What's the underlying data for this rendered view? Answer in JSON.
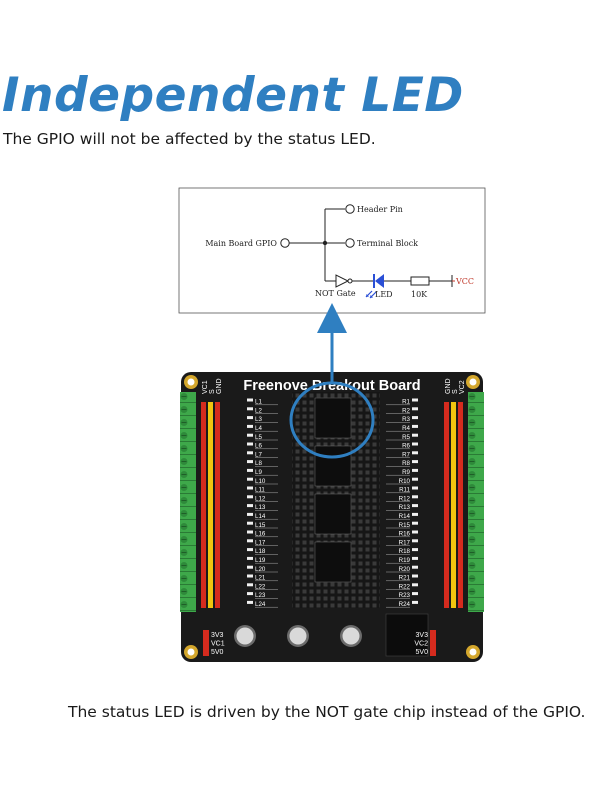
{
  "header": {
    "title": "Independent LED",
    "subtitle": "The GPIO will not be affected by the status LED."
  },
  "schematic": {
    "header_pin": "Header Pin",
    "main_board_gpio": "Main Board GPIO",
    "terminal_block": "Terminal Block",
    "not_gate": "NOT Gate",
    "led": "LED",
    "resistor": "10K",
    "vcc": "VCC"
  },
  "board": {
    "title": "Freenove Breakout Board",
    "left_labels": [
      "L1",
      "L2",
      "L3",
      "L4",
      "L5",
      "L6",
      "L7",
      "L8",
      "L9",
      "L10",
      "L11",
      "L12",
      "L13",
      "L14",
      "L15",
      "L16",
      "L17",
      "L18",
      "L19",
      "L20",
      "L21",
      "L22",
      "L23",
      "L24"
    ],
    "right_labels": [
      "R1",
      "R2",
      "R3",
      "R4",
      "R5",
      "R6",
      "R7",
      "R8",
      "R9",
      "R10",
      "R11",
      "R12",
      "R13",
      "R14",
      "R15",
      "R16",
      "R17",
      "R18",
      "R19",
      "R20",
      "R21",
      "R22",
      "R23",
      "R24"
    ],
    "power_left": [
      "3V3",
      "VC1",
      "5V0"
    ],
    "power_right": [
      "3V3",
      "VC2",
      "5V0"
    ],
    "vc1": "VC1",
    "vc2": "VC2",
    "gnd": "GND",
    "s": "S",
    "colors": {
      "pcb": "#1a1a1a",
      "terminal": "#3ea84a",
      "header_red": "#d52b1e",
      "header_yellow": "#f1c40f",
      "accent": "#2f7fc1"
    }
  },
  "caption": "The status LED is driven by the NOT gate chip instead of the GPIO."
}
